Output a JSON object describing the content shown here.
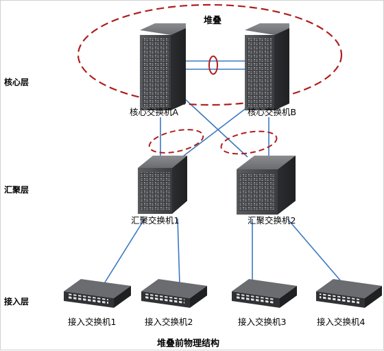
{
  "diagram": {
    "stack_label": "堆叠",
    "layers": {
      "core": "核心层",
      "aggregation": "汇聚层",
      "access": "接入层"
    },
    "devices": {
      "core_a": "核心交换机A",
      "core_b": "核心交换机B",
      "agg_1": "汇聚交换机1",
      "agg_2": "汇聚交换机2",
      "access_1": "接入交换机1",
      "access_2": "接入交换机2",
      "access_3": "接入交换机3",
      "access_4": "接入交换机4"
    },
    "caption": "堆叠前物理结构",
    "colors": {
      "link": "#3a78c2",
      "ellipse": "#b01c1c",
      "chassis": "#3c3e42"
    }
  }
}
